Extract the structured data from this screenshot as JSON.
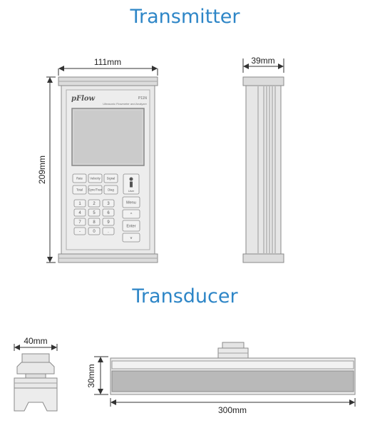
{
  "sections": {
    "transmitter_title": "Transmitter",
    "transducer_title": "Transducer"
  },
  "transmitter": {
    "width_label": "111mm",
    "height_label": "209mm",
    "depth_label": "39mm",
    "brand": "pFlow",
    "model": "P11N",
    "subtitle": "Ultrasonic Flowmeter and Analyzer",
    "keys_top": [
      "Rate",
      "Velocity",
      "Signal",
      "Total",
      "Sync/Tran",
      "Diag"
    ],
    "user_key": "User",
    "numeric_keys": [
      "1",
      "2",
      "3",
      "4",
      "5",
      "6",
      "7",
      "8",
      "9",
      "-",
      "0",
      "."
    ],
    "side_keys": [
      "Menu",
      "^",
      "Enter",
      "v"
    ]
  },
  "transducer": {
    "width_label": "40mm",
    "height_label": "30mm",
    "length_label": "300mm"
  },
  "colors": {
    "title": "#2e86c7",
    "body": "#e9e9e9",
    "outline": "#8a8a8a",
    "screen": "#cfcfcf",
    "strip": "#b9b9b9"
  }
}
